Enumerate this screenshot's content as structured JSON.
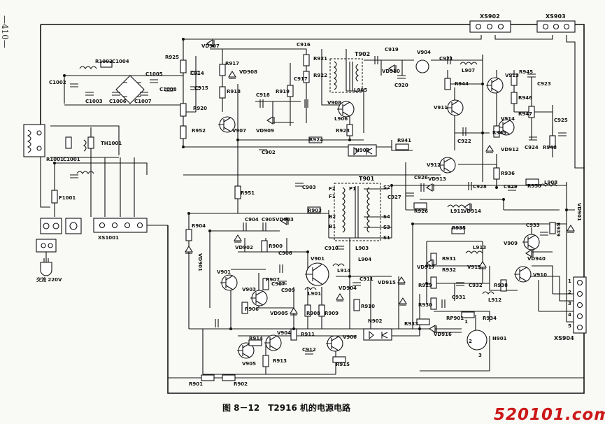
{
  "page_number": "—410—",
  "caption": "图 8－12　T2916 机的电源电路",
  "watermark": "520101.com",
  "ac_input_label": "交流 220V",
  "connectors": {
    "xs902": {
      "name": "XS902",
      "pins": "1  2  3"
    },
    "xs903": {
      "name": "XS903",
      "pins": "1  2  3"
    },
    "xs1001": {
      "name": "XS1001",
      "pins": "1  2  3  4"
    },
    "xs904": {
      "name": "XS904",
      "pins": [
        "1",
        "2",
        "3",
        "4",
        "5"
      ]
    }
  },
  "transformers": {
    "t902": "T902",
    "t901": "T901"
  },
  "t901_pins": [
    "F2",
    "F1",
    "P1",
    "B2",
    "B1",
    "S2",
    "S4",
    "S3",
    "S1"
  ],
  "components": {
    "r925": "R925",
    "vd907": "VD907",
    "c916": "C916",
    "r921": "R921",
    "r922": "R922",
    "c919": "C919",
    "v904": "V904",
    "c921": "C921",
    "l907": "L907",
    "v913": "V913",
    "r945": "R945",
    "c923": "C923",
    "r1002": "R1002",
    "c1004": "C1004",
    "c1005": "C1005",
    "c1002": "C1002",
    "c1003": "C1003",
    "c1006": "C1006",
    "c1007": "C1007",
    "c1008": "C1008",
    "c914": "C914",
    "c915": "C915",
    "r917": "R917",
    "vd908": "VD908",
    "r918": "R918",
    "c918": "C918",
    "c917": "C917",
    "r919": "R919",
    "l905": "L905",
    "vd910": "VD910",
    "c920": "C920",
    "r944": "R944",
    "r946": "R946",
    "r947": "R947",
    "c925": "C925",
    "v914": "V914",
    "r920": "R920",
    "v908": "V908",
    "l906": "L906",
    "v911": "V911",
    "r952": "R952",
    "v907": "V907",
    "vd909": "VD909",
    "r923": "R923",
    "c922": "C922",
    "r943": "R943",
    "c924": "C924",
    "r948": "R948",
    "vd912": "VD912",
    "th1001": "TH1001",
    "c902": "C902",
    "r924": "R924",
    "n903": "N903",
    "r941": "R941",
    "r1001": "R1001",
    "c1001": "C1001",
    "v912": "V912",
    "r936": "R936",
    "f1001": "F1001",
    "r951": "R951",
    "c903": "C903",
    "c926": "C926",
    "vd913": "VD913",
    "c927": "C927",
    "c928": "C928",
    "c929": "C929",
    "r950": "R950",
    "l908": "L908",
    "r926": "R926",
    "l911": "L911",
    "vd914": "VD914",
    "vd901": "VD901",
    "r904": "R904",
    "c904": "C904",
    "c905": "C905",
    "vd903": "VD903",
    "r903": "R903",
    "r935": "R935",
    "c933": "C933",
    "r939": "R939",
    "vd902": "VD902",
    "r900": "R900",
    "vd901b": "VD901",
    "c910": "C910",
    "l903": "L903",
    "v909": "V909",
    "v901": "V901",
    "c906": "C906",
    "v901b": "V901",
    "l914": "L914",
    "r931": "R931",
    "l913": "L913",
    "vd940": "VD940",
    "r907": "R907",
    "c907": "C907",
    "l904": "L904",
    "vd917": "VD917",
    "v915": "V915",
    "v903": "V903",
    "c909": "C909",
    "l901": "L901",
    "c911": "C911",
    "r932": "R932",
    "r906": "R906",
    "vd905": "VD905",
    "vd904": "VD904",
    "vd915": "VD915",
    "r929": "R929",
    "c932": "C932",
    "r938": "R938",
    "v910": "V910",
    "r908": "R908",
    "r909": "R909",
    "r910": "R910",
    "c931": "C931",
    "l912": "L912",
    "r930": "R930",
    "v904b": "V904",
    "n902": "N902",
    "r933": "R933",
    "rp901": "RP901",
    "r934": "R934",
    "r914": "R914",
    "r911": "R911",
    "v906": "V906",
    "vd916": "VD916",
    "n901": "N901",
    "c912": "C912",
    "r913": "R913",
    "v905": "V905",
    "r915": "R915",
    "r901": "R901",
    "r902": "R902"
  },
  "n901_pins": [
    "1",
    "2",
    "3"
  ]
}
